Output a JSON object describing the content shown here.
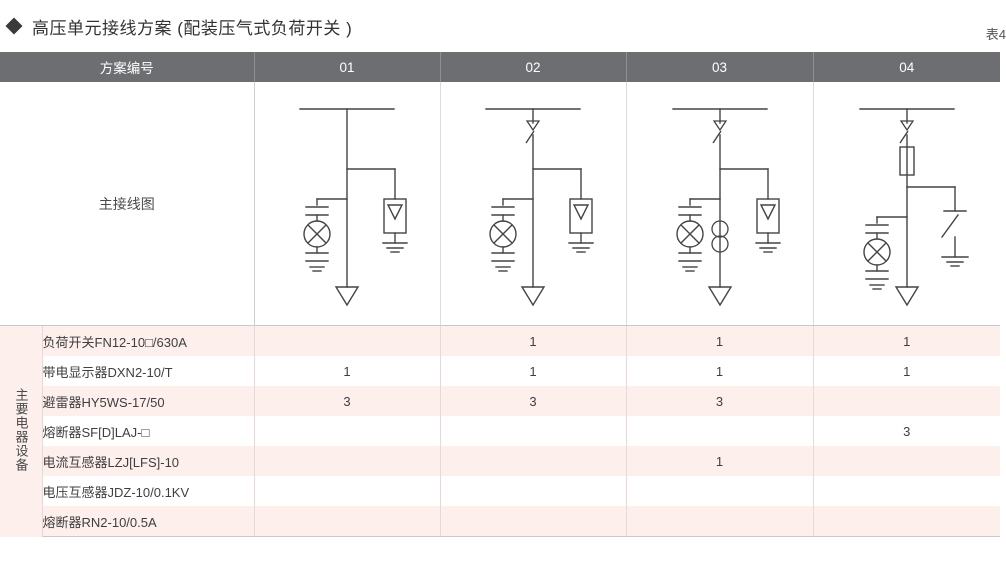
{
  "title": {
    "bullet": "diamond-bullet",
    "text": "高压单元接线方案 (配装压气式负荷开关 )",
    "table_number": "表4"
  },
  "table": {
    "header": {
      "row_label": "方案编号",
      "columns": [
        "01",
        "02",
        "03",
        "04"
      ]
    },
    "diagram_row": {
      "label": "主接线图"
    },
    "group_label": "主要电器设备",
    "rows": [
      {
        "name": "负荷开关FN12-10□/630A",
        "values": [
          "",
          "1",
          "1",
          "1"
        ]
      },
      {
        "name": "带电显示器DXN2-10/T",
        "values": [
          "1",
          "1",
          "1",
          "1"
        ]
      },
      {
        "name": "避雷器HY5WS-17/50",
        "values": [
          "3",
          "3",
          "3",
          ""
        ]
      },
      {
        "name": "熔断器SF[D]LAJ-□",
        "values": [
          "",
          "",
          "",
          "3"
        ]
      },
      {
        "name": "电流互感器LZJ[LFS]-10",
        "values": [
          "",
          "",
          "1",
          ""
        ]
      },
      {
        "name": "电压互感器JDZ-10/0.1KV",
        "values": [
          "",
          "",
          "",
          ""
        ]
      },
      {
        "name": "熔断器RN2-10/0.5A",
        "values": [
          "",
          "",
          "",
          ""
        ]
      }
    ]
  },
  "diagrams": {
    "scheme_01": {
      "name": "single-line-diagram-01",
      "components": [
        "busbar",
        "live-line-indicator",
        "surge-arrester",
        "cable-termination"
      ]
    },
    "scheme_02": {
      "name": "single-line-diagram-02",
      "components": [
        "busbar",
        "load-break-switch",
        "live-line-indicator",
        "surge-arrester",
        "cable-termination"
      ]
    },
    "scheme_03": {
      "name": "single-line-diagram-03",
      "components": [
        "busbar",
        "load-break-switch",
        "live-line-indicator",
        "current-transformer",
        "surge-arrester",
        "cable-termination"
      ]
    },
    "scheme_04": {
      "name": "single-line-diagram-04",
      "components": [
        "busbar",
        "load-break-switch",
        "fuse",
        "live-line-indicator",
        "earthing-switch",
        "cable-termination"
      ]
    }
  },
  "colors": {
    "header_bg": "#6d6e71",
    "row_alt_bg": "#fcefec",
    "line": "#444444",
    "text": "#3f3f3f"
  }
}
